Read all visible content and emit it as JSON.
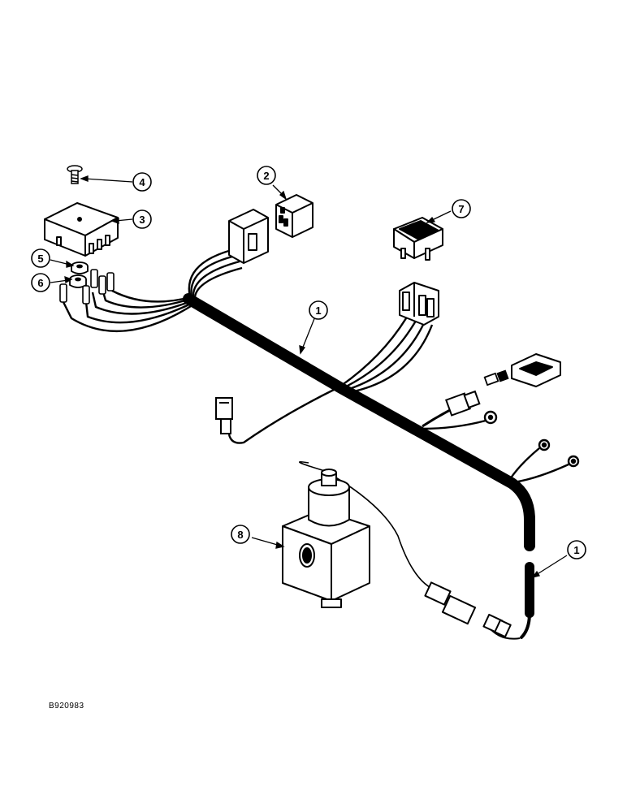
{
  "figure_id": "B920983",
  "callouts": [
    "1",
    "2",
    "3",
    "4",
    "5",
    "6",
    "7",
    "1",
    "8"
  ]
}
